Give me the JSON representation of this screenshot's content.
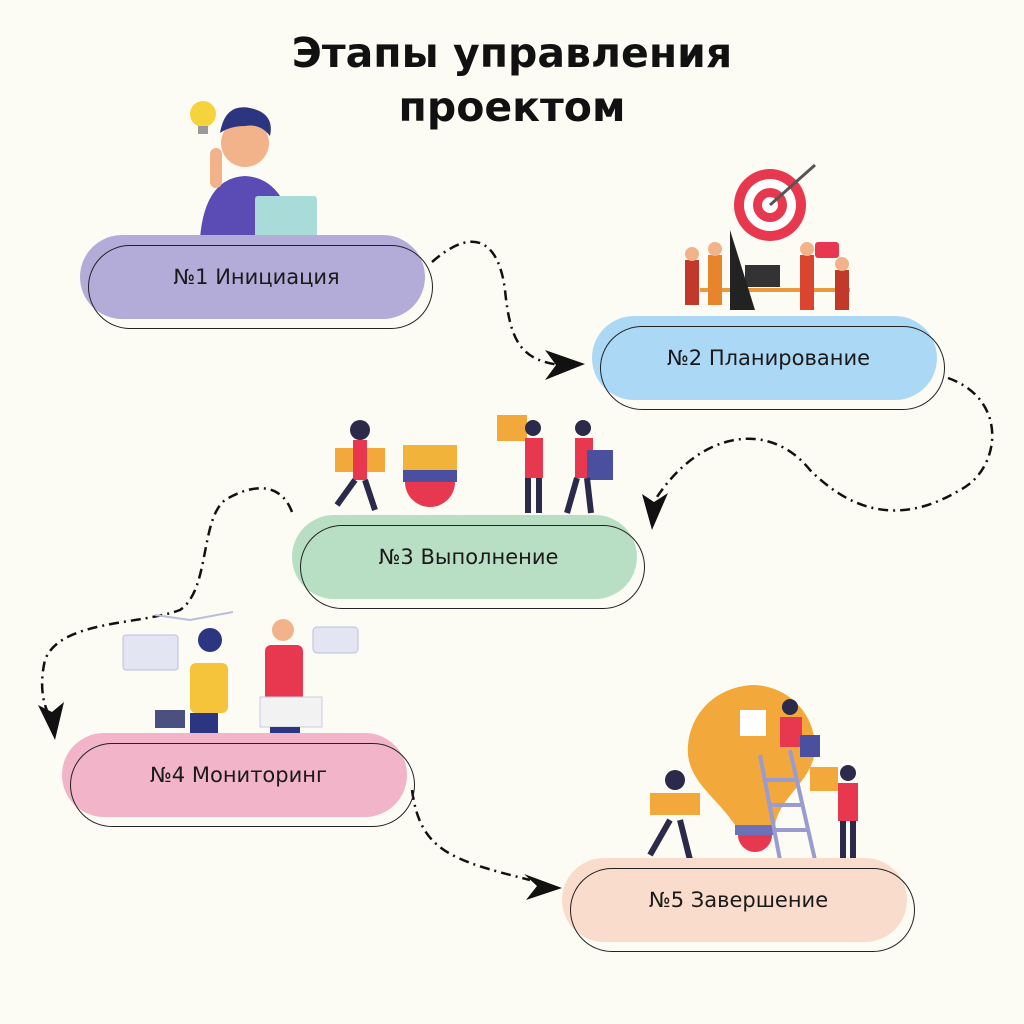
{
  "title": {
    "line1": "Этапы управления",
    "line2": "проектом"
  },
  "stages": [
    {
      "label": "№1 Инициация",
      "color": "#b3acd8"
    },
    {
      "label": "№2 Планирование",
      "color": "#abd8f5"
    },
    {
      "label": "№3 Выполнение",
      "color": "#b8dfc3"
    },
    {
      "label": "№4 Мониторинг",
      "color": "#f2b4c9"
    },
    {
      "label": "№5 Завершение",
      "color": "#f9dccb"
    }
  ]
}
